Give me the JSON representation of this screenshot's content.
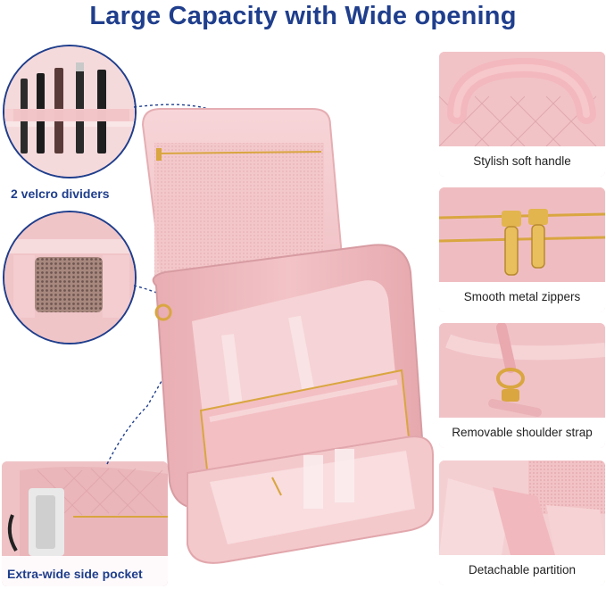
{
  "header": {
    "title": "Large Capacity with Wide opening"
  },
  "callouts": {
    "velcro": "2 velcro dividers",
    "side_pocket": "Extra-wide side pocket"
  },
  "features": [
    {
      "caption": "Stylish soft handle"
    },
    {
      "caption": "Smooth metal zippers"
    },
    {
      "caption": "Removable shoulder strap"
    },
    {
      "caption": "Detachable partition"
    }
  ],
  "colors": {
    "title": "#1f3e8c",
    "bag_pink": "#f1c1c5",
    "zipper_gold": "#d9a640"
  }
}
